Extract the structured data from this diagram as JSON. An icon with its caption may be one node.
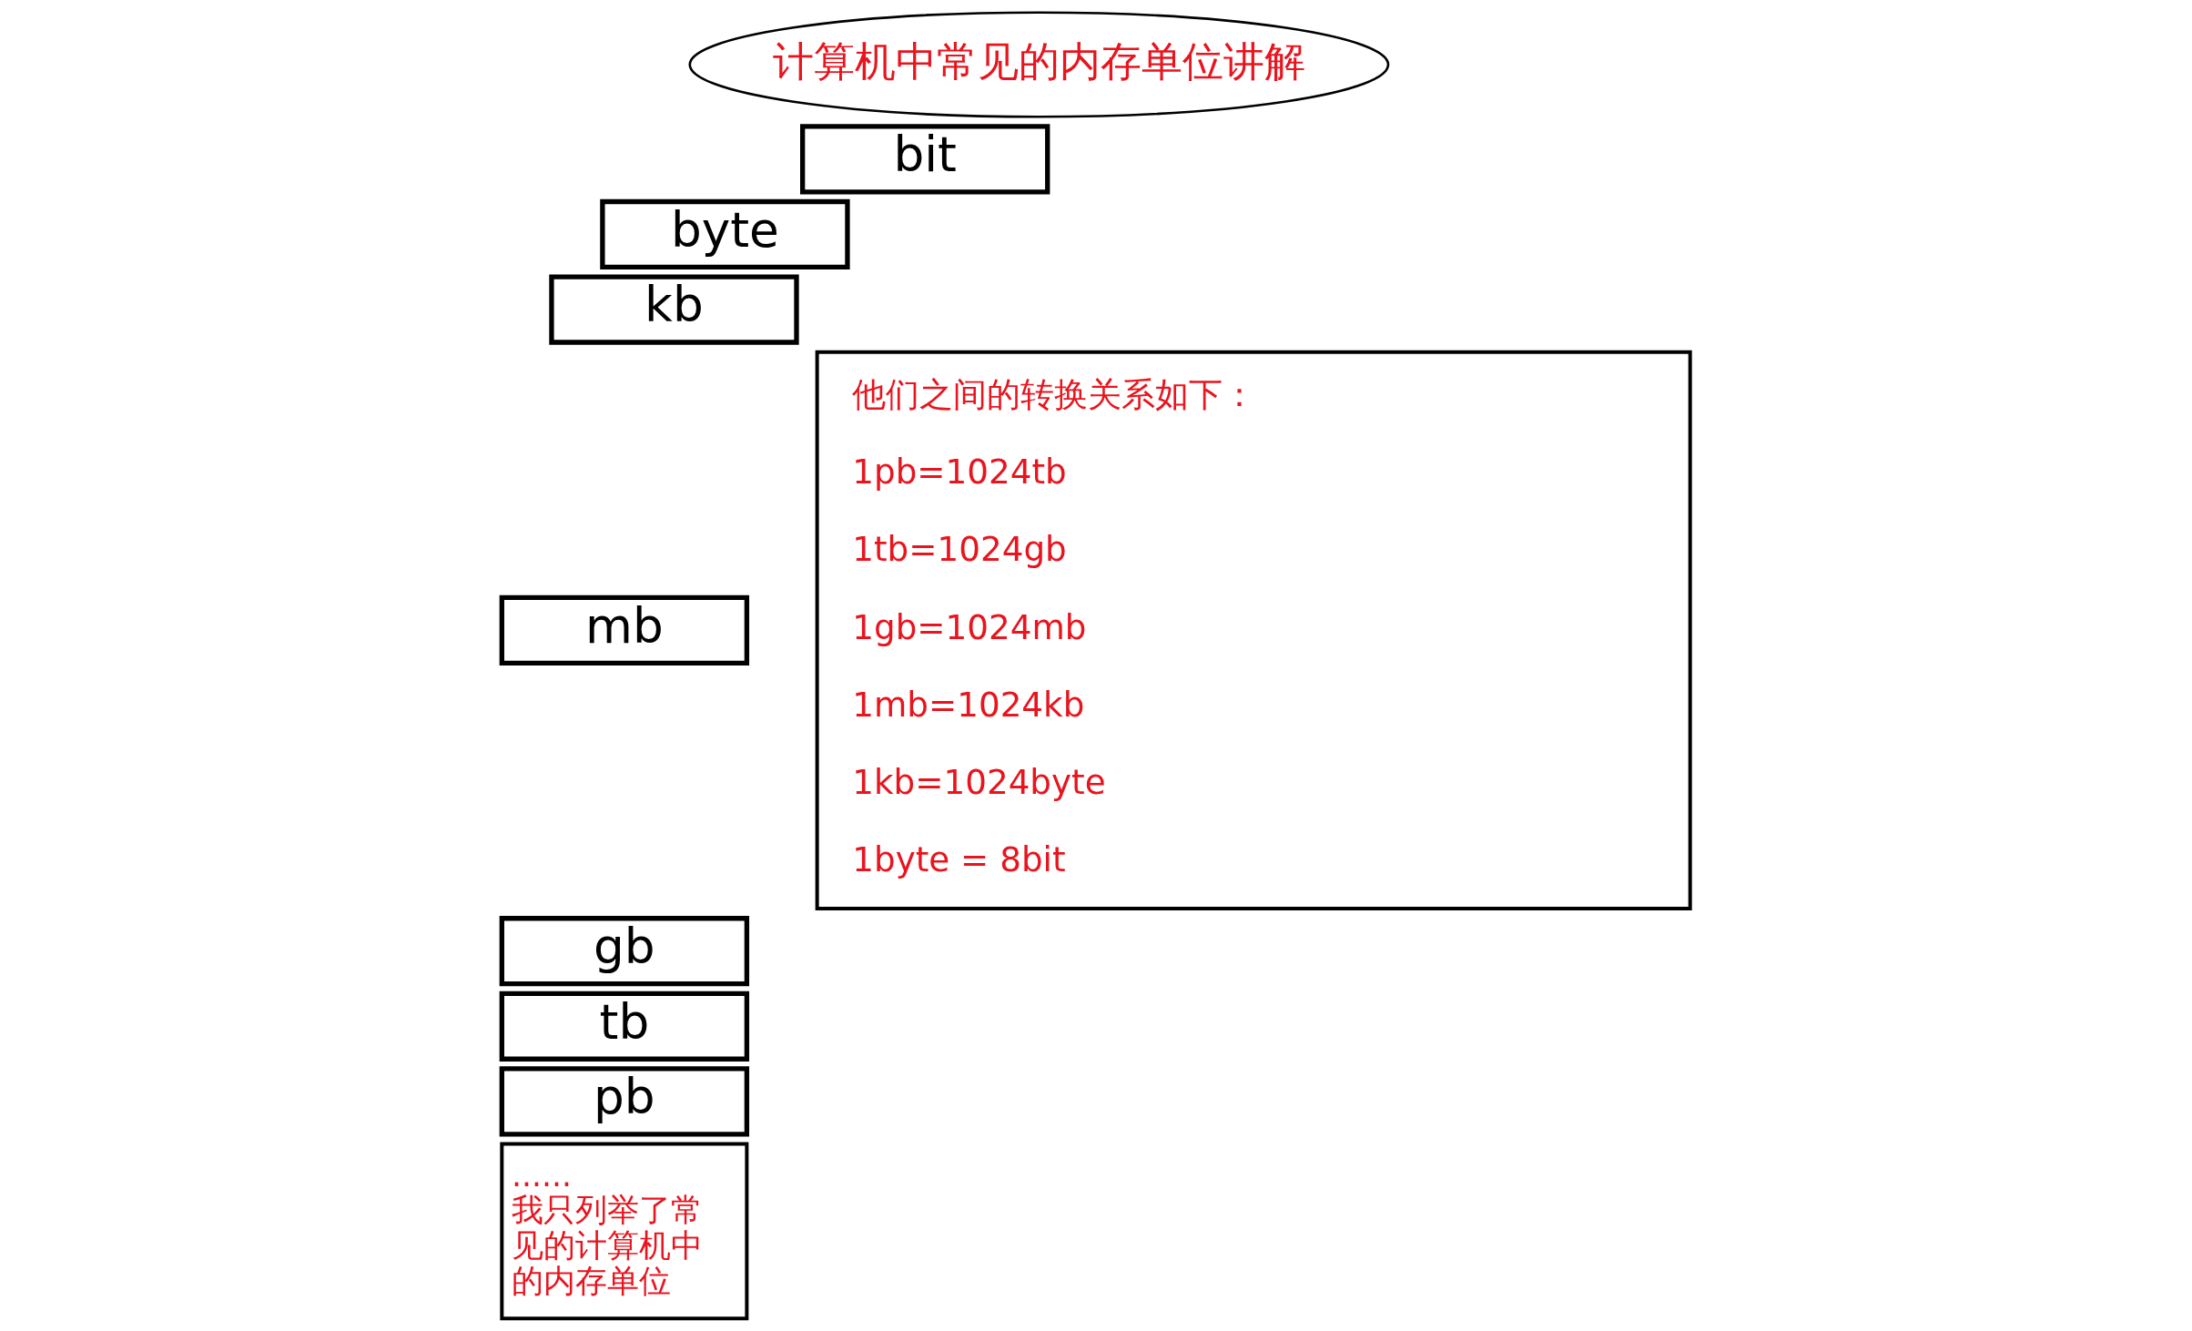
{
  "diagram": {
    "nodes": [
      {
        "text": [
          "计算机中常见的内存单位讲解"
        ]
      },
      {
        "text": [
          "bit"
        ]
      },
      {
        "text": [
          "byte"
        ]
      },
      {
        "text": [
          "kb"
        ]
      },
      {
        "text": [
          "mb"
        ]
      },
      {
        "text": [
          "gb"
        ]
      },
      {
        "text": [
          "tb"
        ]
      },
      {
        "text": [
          "pb"
        ]
      },
      {
        "text": [
          "......",
          "我只列举了常见的计算机中的内存单位"
        ]
      },
      {
        "text": [
          "他们之间的转换关系如下：",
          "1pb=1024tb",
          "1tb=1024gb",
          "1gb=1024mb",
          "1mb=1024kb",
          "1kb=1024byte",
          "1byte = 8bit"
        ]
      }
    ],
    "edges": []
  }
}
